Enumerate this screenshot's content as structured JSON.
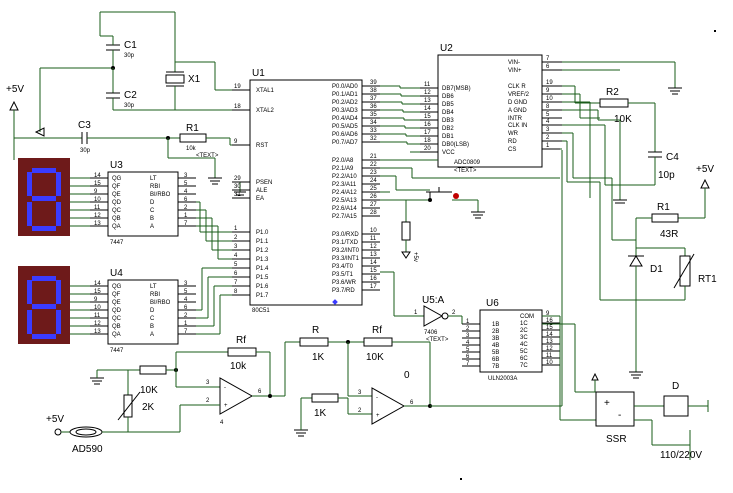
{
  "components": {
    "c1": {
      "ref": "C1",
      "value": "30p"
    },
    "c2": {
      "ref": "C2",
      "value": "30p"
    },
    "c3": {
      "ref": "C3",
      "value": "30p"
    },
    "c4": {
      "ref": "C4",
      "value": "10p"
    },
    "x1": {
      "ref": "X1"
    },
    "r1_top": {
      "ref": "R1",
      "value": "10k"
    },
    "r1_right": {
      "ref": "R1",
      "value": "43R"
    },
    "r2": {
      "ref": "R2",
      "value": "10K"
    },
    "d1": {
      "ref": "D1"
    },
    "rt1": {
      "ref": "RT1"
    },
    "u1": {
      "ref": "U1",
      "part": "80C51"
    },
    "u2": {
      "ref": "U2",
      "part": "ADC0809"
    },
    "u3": {
      "ref": "U3",
      "part": "7447"
    },
    "u4": {
      "ref": "U4",
      "part": "7447"
    },
    "u5": {
      "ref": "U5:A",
      "part": "7406"
    },
    "u6": {
      "ref": "U6",
      "part": "ULN2003A"
    },
    "rf1": {
      "ref": "Rf",
      "value": "10k"
    },
    "rf2": {
      "ref": "Rf",
      "value": "10K"
    },
    "r_mid": {
      "ref": "R",
      "value": "1K"
    },
    "r_1k_low": {
      "value": "1K"
    },
    "r_10k_top": {
      "value": "10K"
    },
    "r_10k_pot": {
      "value": "10K"
    },
    "pot_2k": {
      "value": "2K"
    },
    "ad590": {
      "ref": "AD590"
    },
    "ssr": {
      "ref": "SSR"
    },
    "load": {
      "ref": "D"
    },
    "mains": {
      "value": "110/220V"
    },
    "supply_5v": "+5V",
    "supply_5v_vert": "+5v",
    "zero": "0",
    "text_tag": "<TEXT>"
  },
  "u1_pins": {
    "left": [
      {
        "num": "19",
        "name": "XTAL1"
      },
      {
        "num": "18",
        "name": "XTAL2"
      },
      {
        "num": "9",
        "name": "RST"
      },
      {
        "num": "29",
        "name": "PSEN"
      },
      {
        "num": "30",
        "name": "ALE"
      },
      {
        "num": "31",
        "name": "EA"
      },
      {
        "num": "1",
        "name": "P1.0"
      },
      {
        "num": "2",
        "name": "P1.1"
      },
      {
        "num": "3",
        "name": "P1.2"
      },
      {
        "num": "4",
        "name": "P1.3"
      },
      {
        "num": "5",
        "name": "P1.4"
      },
      {
        "num": "6",
        "name": "P1.5"
      },
      {
        "num": "7",
        "name": "P1.6"
      },
      {
        "num": "8",
        "name": "P1.7"
      }
    ],
    "right": [
      {
        "num": "39",
        "name": "P0.0/AD0"
      },
      {
        "num": "38",
        "name": "P0.1/AD1"
      },
      {
        "num": "37",
        "name": "P0.2/AD2"
      },
      {
        "num": "36",
        "name": "P0.3/AD3"
      },
      {
        "num": "35",
        "name": "P0.4/AD4"
      },
      {
        "num": "34",
        "name": "P0.5/AD5"
      },
      {
        "num": "33",
        "name": "P0.6/AD6"
      },
      {
        "num": "32",
        "name": "P0.7/AD7"
      },
      {
        "num": "21",
        "name": "P2.0/A8"
      },
      {
        "num": "22",
        "name": "P2.1/A9"
      },
      {
        "num": "23",
        "name": "P2.2/A10"
      },
      {
        "num": "24",
        "name": "P2.3/A11"
      },
      {
        "num": "25",
        "name": "P2.4/A12"
      },
      {
        "num": "26",
        "name": "P2.5/A13"
      },
      {
        "num": "27",
        "name": "P2.6/A14"
      },
      {
        "num": "28",
        "name": "P2.7/A15"
      },
      {
        "num": "10",
        "name": "P3.0/RXD"
      },
      {
        "num": "11",
        "name": "P3.1/TXD"
      },
      {
        "num": "12",
        "name": "P3.2/INT0"
      },
      {
        "num": "13",
        "name": "P3.3/INT1"
      },
      {
        "num": "14",
        "name": "P3.4/T0"
      },
      {
        "num": "15",
        "name": "P3.5/T1"
      },
      {
        "num": "16",
        "name": "P3.6/WR"
      },
      {
        "num": "17",
        "name": "P3.7/RD"
      }
    ]
  },
  "u2_pins": {
    "left": [
      {
        "num": "11",
        "name": "DB7(MSB)"
      },
      {
        "num": "12",
        "name": "DB6"
      },
      {
        "num": "13",
        "name": "DB5"
      },
      {
        "num": "14",
        "name": "DB4"
      },
      {
        "num": "15",
        "name": "DB3"
      },
      {
        "num": "16",
        "name": "DB2"
      },
      {
        "num": "17",
        "name": "DB1"
      },
      {
        "num": "18",
        "name": "DB0(LSB)"
      },
      {
        "num": "20",
        "name": "VCC"
      }
    ],
    "right": [
      {
        "num": "7",
        "name": "VIN-"
      },
      {
        "num": "6",
        "name": "VIN+"
      },
      {
        "num": "19",
        "name": "CLK R"
      },
      {
        "num": "9",
        "name": "VREF/2"
      },
      {
        "num": "10",
        "name": "D GND"
      },
      {
        "num": "8",
        "name": "A GND"
      },
      {
        "num": "5",
        "name": "INTR"
      },
      {
        "num": "4",
        "name": "CLK IN"
      },
      {
        "num": "3",
        "name": "WR"
      },
      {
        "num": "2",
        "name": "RD"
      },
      {
        "num": "1",
        "name": "CS"
      }
    ]
  },
  "u7447_left": [
    {
      "num": "14",
      "name": "QG"
    },
    {
      "num": "15",
      "name": "QF"
    },
    {
      "num": "9",
      "name": "QE"
    },
    {
      "num": "10",
      "name": "QD"
    },
    {
      "num": "11",
      "name": "QC"
    },
    {
      "num": "12",
      "name": "QB"
    },
    {
      "num": "13",
      "name": "QA"
    }
  ],
  "u7447_right": [
    {
      "num": "3",
      "name": "LT"
    },
    {
      "num": "5",
      "name": "RBI"
    },
    {
      "num": "4",
      "name": "BI/RBO"
    },
    {
      "num": "6",
      "name": "D"
    },
    {
      "num": "2",
      "name": "C"
    },
    {
      "num": "1",
      "name": "B"
    },
    {
      "num": "7",
      "name": "A"
    }
  ],
  "u6_pins": {
    "left": [
      {
        "num": "1",
        "name": "1B"
      },
      {
        "num": "2",
        "name": "2B"
      },
      {
        "num": "3",
        "name": "3B"
      },
      {
        "num": "4",
        "name": "4B"
      },
      {
        "num": "5",
        "name": "5B"
      },
      {
        "num": "6",
        "name": "6B"
      },
      {
        "num": "7",
        "name": "7B"
      }
    ],
    "right": [
      {
        "num": "9",
        "name": "COM"
      },
      {
        "num": "16",
        "name": "1C"
      },
      {
        "num": "15",
        "name": "2C"
      },
      {
        "num": "14",
        "name": "3C"
      },
      {
        "num": "13",
        "name": "4C"
      },
      {
        "num": "12",
        "name": "5C"
      },
      {
        "num": "11",
        "name": "6C"
      },
      {
        "num": "10",
        "name": "7C"
      }
    ]
  },
  "u5_pins": {
    "in": "1",
    "out": "2"
  },
  "opamp_pins": {
    "minus": "3",
    "plus": "2",
    "out": "6",
    "extra": "4"
  },
  "colors": {
    "wire": "#1a5c1a",
    "segment": "#3b3bff",
    "display_body": "#6e1a1a",
    "button_dot": "#c00000"
  }
}
